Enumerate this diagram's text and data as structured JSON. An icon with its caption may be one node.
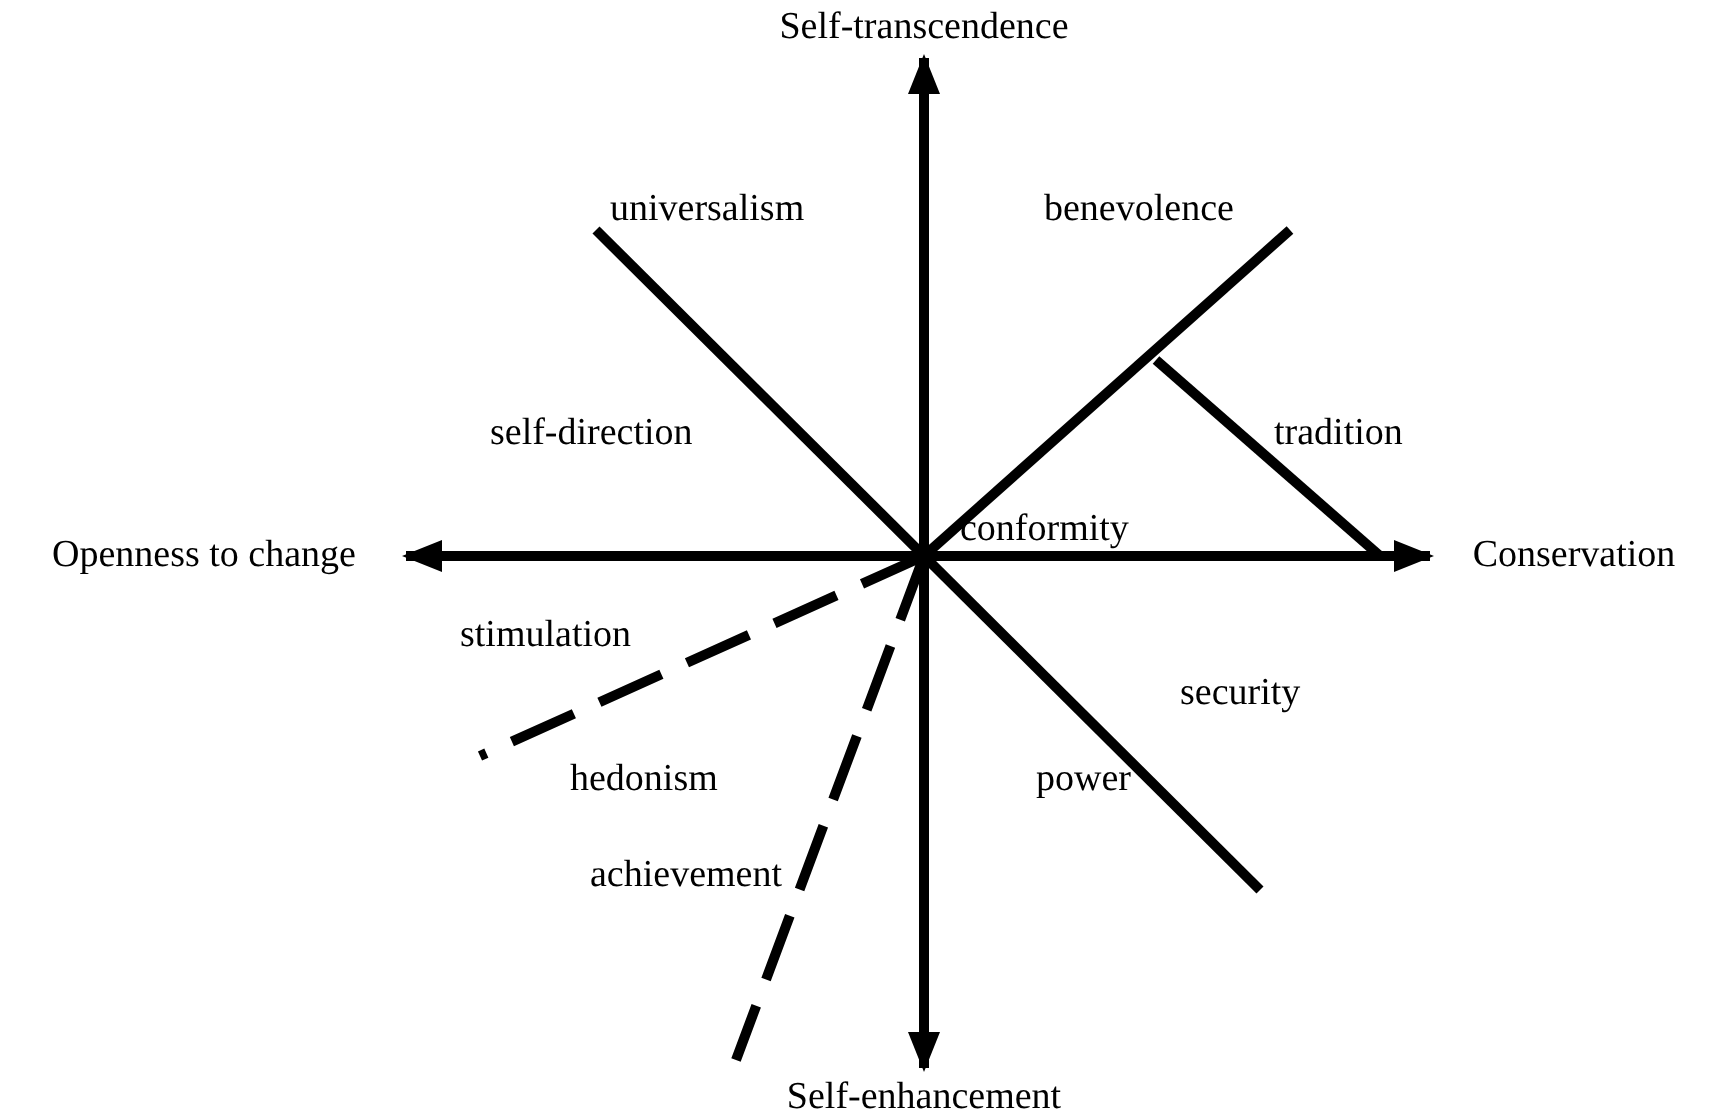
{
  "diagram": {
    "nodes": [
      {
        "text": [
          "Self-transcendence"
        ]
      },
      {
        "text": [
          "Openness to change"
        ]
      },
      {
        "text": [
          "Conservation"
        ]
      },
      {
        "text": [
          "Self-enhancement"
        ]
      }
    ],
    "edges": [
      {
        "from": 3,
        "to": 0,
        "arrow": "both"
      },
      {
        "from": 1,
        "to": 2,
        "arrow": "both"
      }
    ],
    "labels": [
      "universalism",
      "benevolence",
      "self-direction",
      "tradition",
      "conformity",
      "stimulation",
      "security",
      "hedonism",
      "power",
      "achievement"
    ]
  }
}
